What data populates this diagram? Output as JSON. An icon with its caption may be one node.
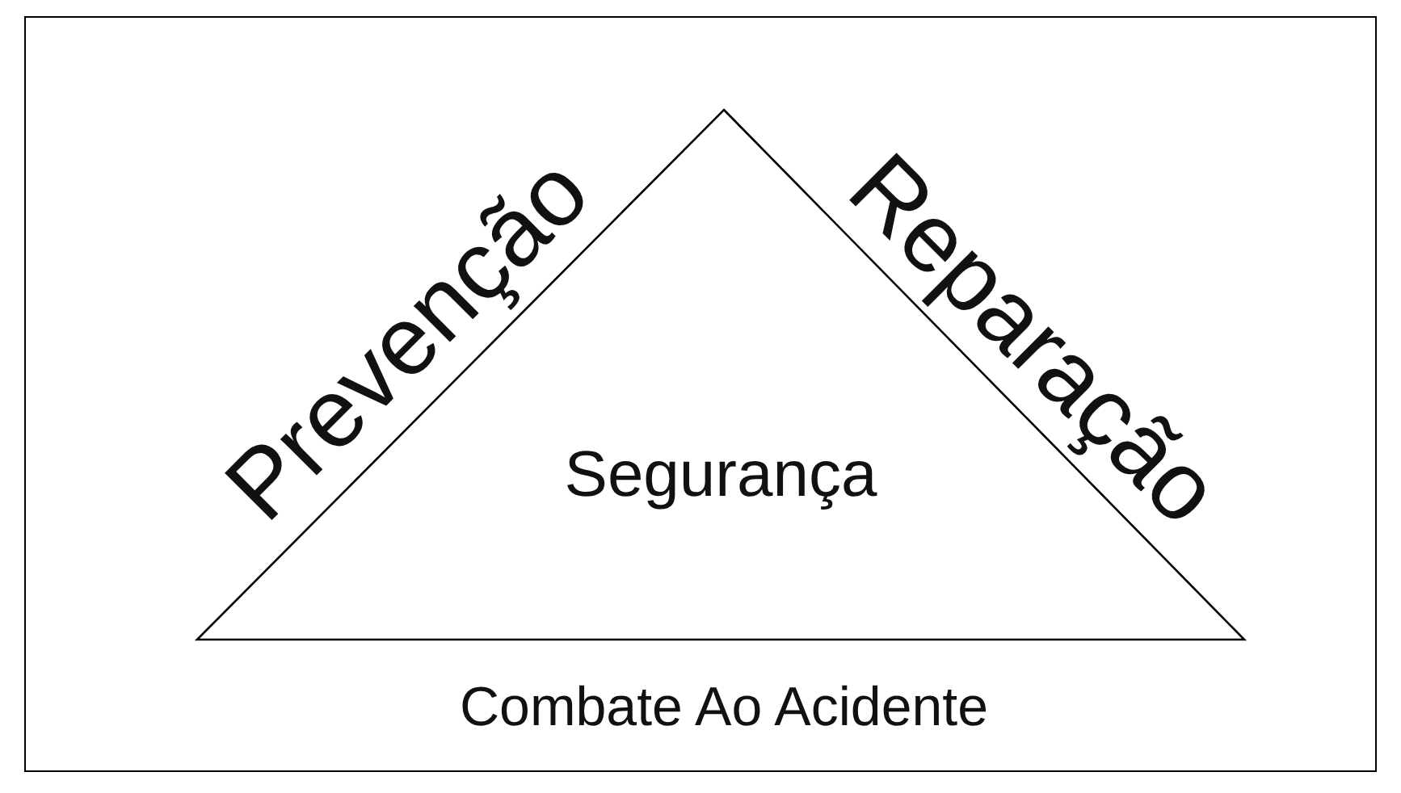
{
  "diagram": {
    "nodes": [
      {
        "text": [
          "Segurança"
        ],
        "beside": [
          "Prevenção",
          "Reparação",
          "Combate Ao Acidente"
        ]
      }
    ]
  }
}
